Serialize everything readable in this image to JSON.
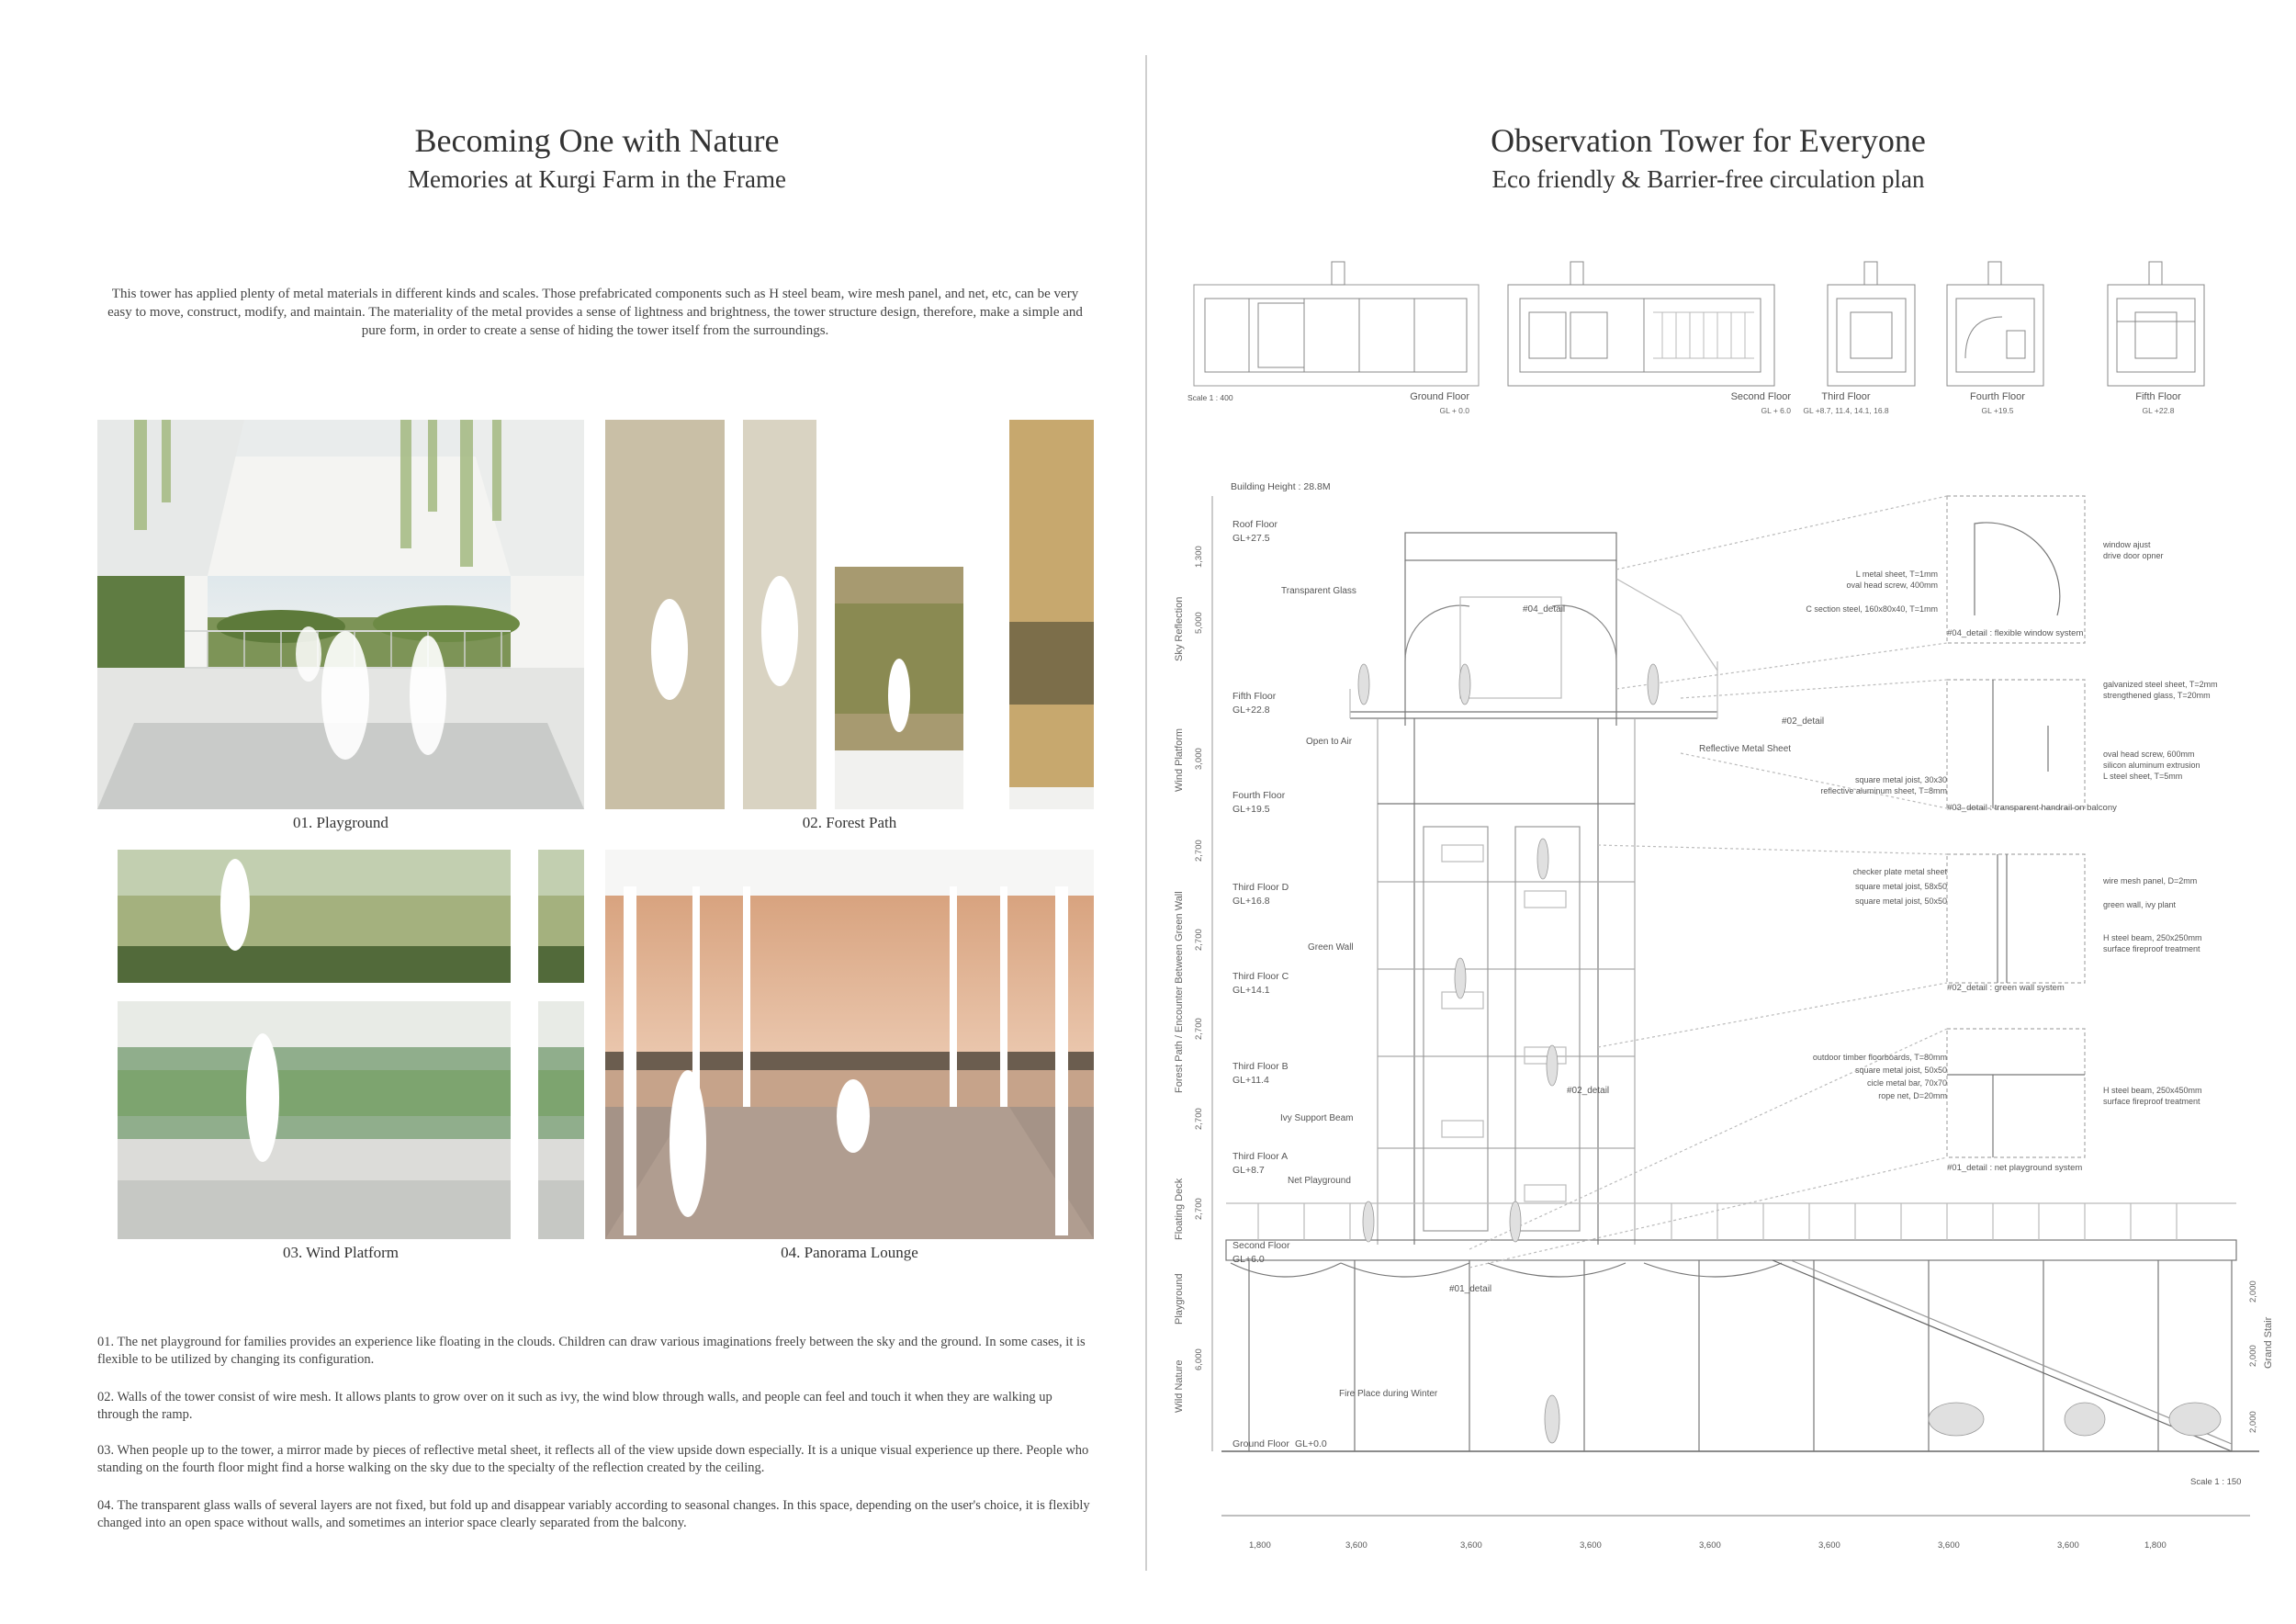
{
  "left": {
    "title": "Becoming One with Nature",
    "subtitle": "Memories at Kurgi Farm in the Frame",
    "intro": "This tower has applied plenty of metal materials in different kinds and scales. Those prefabricated components such as H steel beam, wire mesh panel, and net, etc, can be very easy to move, construct, modify, and maintain. The materiality of the metal provides a sense of lightness and brightness, the tower structure design, therefore, make a simple and pure form, in order to create a sense of hiding the tower itself from the surroundings.",
    "captions": [
      "01. Playground",
      "02. Forest Path",
      "03. Wind Platform",
      "04. Panorama Lounge"
    ],
    "paragraphs": [
      "01. The net playground for families provides an experience like floating in the clouds. Children can draw various imaginations freely between the sky and the ground. In some cases, it is flexible to be utilized by changing its configuration.",
      "02. Walls of the tower consist of wire mesh. It allows plants to grow over on it such as ivy, the wind blow through walls, and people can feel and touch it when they are walking up through the ramp.",
      "03. When people up to the tower, a mirror made by pieces of reflective metal sheet, it reflects all of the view upside down especially. It is a unique visual experience up there. People who standing on the fourth floor might find a horse walking on the sky due to the specialty of the reflection created by the ceiling.",
      "04. The transparent glass walls of several layers are not fixed, but fold up and disappear variably according to seasonal changes. In this space, depending on the user's choice, it is flexibly changed into an open space without walls, and sometimes an interior space clearly separated from the balcony."
    ]
  },
  "right": {
    "title": "Observation Tower for Everyone",
    "subtitle": "Eco friendly & Barrier-free circulation plan",
    "plans": [
      {
        "name": "Ground Floor",
        "gl": "GL + 0.0"
      },
      {
        "name": "Second Floor",
        "gl": "GL + 6.0"
      },
      {
        "name": "Third Floor",
        "gl": "GL +8.7, 11.4, 14.1, 16.8"
      },
      {
        "name": "Fourth Floor",
        "gl": "GL +19.5"
      },
      {
        "name": "Fifth Floor",
        "gl": "GL +22.8"
      }
    ],
    "plan_scale": "Scale 1 : 400",
    "section_scale": "Scale 1 : 150",
    "building_height": "Building Height : 28.8M",
    "floors": [
      {
        "name": "Roof Floor",
        "gl": "GL+27.5"
      },
      {
        "name": "Fifth Floor",
        "gl": "GL+22.8"
      },
      {
        "name": "Fourth Floor",
        "gl": "GL+19.5"
      },
      {
        "name": "Third Floor D",
        "gl": "GL+16.8"
      },
      {
        "name": "Third Floor C",
        "gl": "GL+14.1"
      },
      {
        "name": "Third Floor B",
        "gl": "GL+11.4"
      },
      {
        "name": "Third Floor A",
        "gl": "GL+8.7"
      },
      {
        "name": "Second Floor",
        "gl": "GL+6.0"
      },
      {
        "name": "Ground Floor",
        "gl": "GL+0.0"
      }
    ],
    "zones": [
      "Sky Reflection",
      "Wind Platform",
      "Forest Path / Encounter Between Green Wall",
      "Floating Deck",
      "Playground",
      "Wild Nature"
    ],
    "height_dims": [
      "1,300",
      "5,000",
      "3,000",
      "2,700",
      "2,700",
      "2,700",
      "2,700",
      "2,700",
      "6,000"
    ],
    "stair_dims": [
      "2,000",
      "2,000",
      "2,000"
    ],
    "grand_stair": "Grand Stair",
    "callouts": [
      "Transparent Glass",
      "Open to Air",
      "Green Wall",
      "Ivy Support Beam",
      "Net Playground",
      "Fire Place during Winter",
      "Reflective Metal Sheet"
    ],
    "detail_tags": [
      "#04_detail",
      "#02_detail",
      "#02_detail",
      "#01_detail"
    ],
    "width_dims": [
      "1,800",
      "3,600",
      "3,600",
      "3,600",
      "3,600",
      "3,600",
      "3,600",
      "3,600",
      "1,800"
    ],
    "details": [
      {
        "title": "#04_detail : flexible window system",
        "left_notes": [
          "L metal sheet, T=1mm",
          "oval head screw, 400mm",
          "C section steel, 160x80x40, T=1mm"
        ],
        "right_notes": [
          "window ajust",
          "drive door opner"
        ]
      },
      {
        "title": "#03_detail : transparent handrail on balcony",
        "left_notes": [
          "square metal joist, 30x30",
          "reflective aluminum sheet, T=8mm"
        ],
        "right_notes": [
          "galvanized steel sheet, T=2mm",
          "strengthened glass, T=20mm",
          "oval head screw, 600mm",
          "silicon aluminum extrusion",
          "L steel sheet, T=5mm"
        ]
      },
      {
        "title": "#02_detail : green wall system",
        "left_notes": [
          "checker plate metal sheet",
          "square metal joist, 58x50",
          "square metal joist, 50x50"
        ],
        "right_notes": [
          "wire mesh panel, D=2mm",
          "green wall, ivy plant",
          "H steel beam, 250x250mm",
          "surface fireproof treatment"
        ]
      },
      {
        "title": "#01_detail : net playground system",
        "left_notes": [
          "outdoor timber floorboards, T=80mm",
          "square metal joist, 50x50",
          "cicle metal bar, 70x70",
          "rope net, D=20mm"
        ],
        "right_notes": [
          "H steel beam, 250x450mm",
          "surface fireproof treatment"
        ]
      }
    ]
  }
}
